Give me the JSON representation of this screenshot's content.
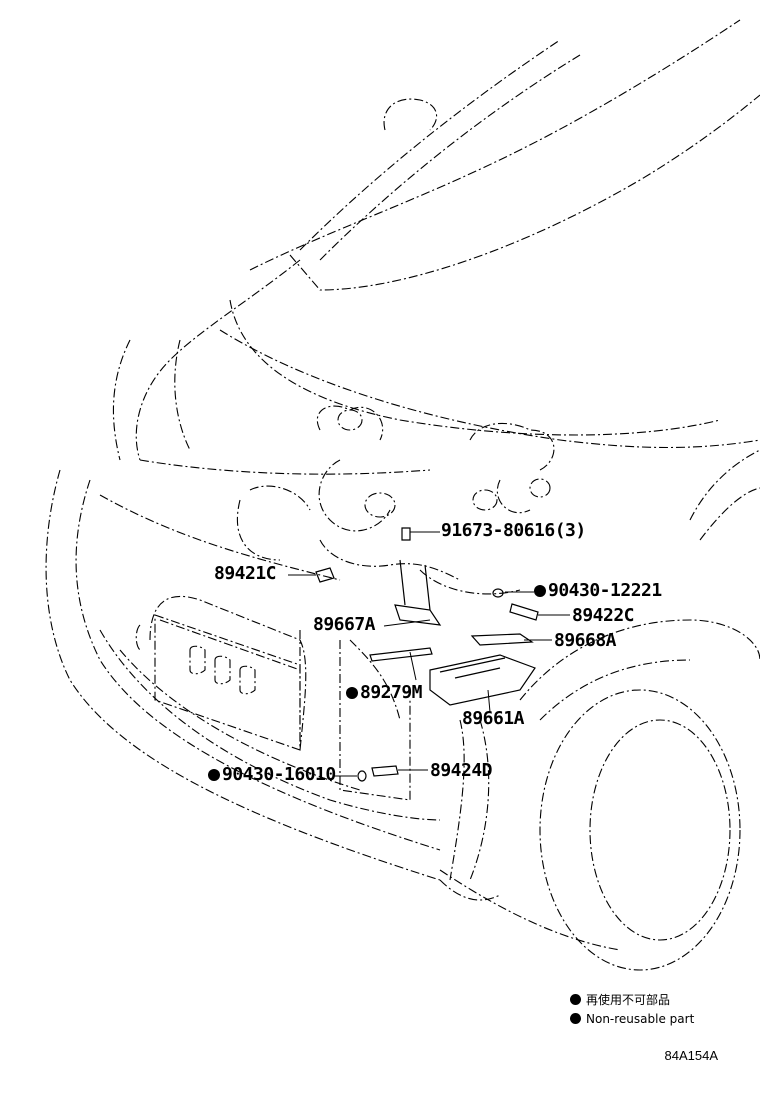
{
  "parts": [
    {
      "id": "p1",
      "label": "91673-80616(3)",
      "non_reusable": false
    },
    {
      "id": "p2",
      "label": "89421C",
      "non_reusable": false
    },
    {
      "id": "p3",
      "label": "90430-12221",
      "non_reusable": true
    },
    {
      "id": "p4",
      "label": "89422C",
      "non_reusable": false
    },
    {
      "id": "p5",
      "label": "89667A",
      "non_reusable": false
    },
    {
      "id": "p6",
      "label": "89668A",
      "non_reusable": false
    },
    {
      "id": "p7",
      "label": "89279M",
      "non_reusable": true
    },
    {
      "id": "p8",
      "label": "89661A",
      "non_reusable": false
    },
    {
      "id": "p9",
      "label": "90430-16010",
      "non_reusable": true
    },
    {
      "id": "p10",
      "label": "89424D",
      "non_reusable": false
    }
  ],
  "legend": {
    "japanese": "再使用不可部品",
    "english": "Non-reusable part"
  },
  "diagram_code": "84A154A"
}
